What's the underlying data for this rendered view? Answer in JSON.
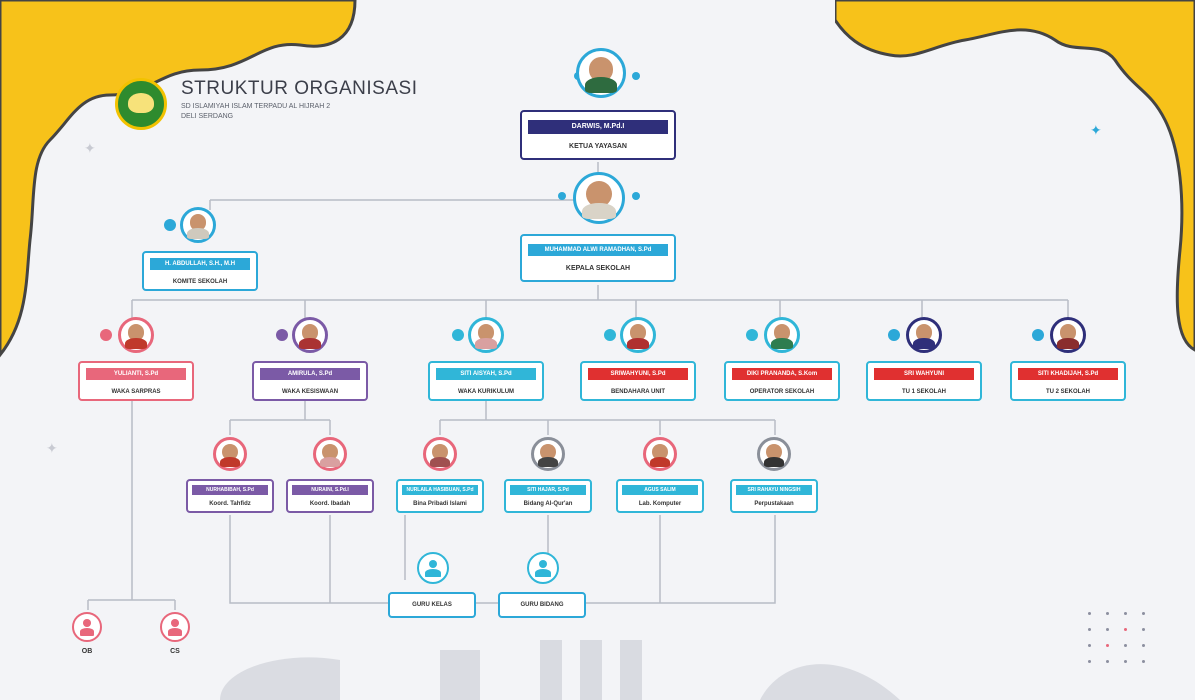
{
  "header": {
    "title": "STRUKTUR ORGANISASI",
    "subtitle_line1": "SD ISLAMIYAH ISLAM TERPADU AL HIJRAH 2",
    "subtitle_line2": "DELI SERDANG"
  },
  "top": {
    "ketua": {
      "name": "DARWIS, M.Pd.I",
      "role": "KETUA YAYASAN"
    },
    "kepsek": {
      "name": "MUHAMMAD ALWI RAMADHAN, S.Pd",
      "role": "KEPALA SEKOLAH"
    },
    "komite": {
      "name": "H. ABDULLAH, S.H., M.H",
      "role": "KOMITE SEKOLAH"
    }
  },
  "level2": [
    {
      "name": "YULIANTI, S.Pd",
      "role": "WAKA SARPRAS"
    },
    {
      "name": "AMIRULA, S.Pd",
      "role": "WAKA KESISWAAN"
    },
    {
      "name": "SITI AISYAH, S.Pd",
      "role": "WAKA KURIKULUM"
    },
    {
      "name": "SRIWAHYUNI, S.Pd",
      "role": "BENDAHARA UNIT"
    },
    {
      "name": "DIKI PRANANDA, S.Kom",
      "role": "OPERATOR SEKOLAH"
    },
    {
      "name": "SRI WAHYUNI",
      "role": "TU 1 SEKOLAH"
    },
    {
      "name": "SITI KHADIJAH, S.Pd",
      "role": "TU 2 SEKOLAH"
    }
  ],
  "level3": [
    {
      "name": "NURHABIBAH, S.Pd",
      "role": "Koord. Tahfidz"
    },
    {
      "name": "NURAINI, S.Pd.I",
      "role": "Koord. Ibadah"
    },
    {
      "name": "NURLAILA HASIBUAN, S.Pd",
      "role": "Bina Pribadi Islami"
    },
    {
      "name": "SITI HAJAR, S.Pd",
      "role": "Bidang Al-Qur'an"
    },
    {
      "name": "AGUS SALIM",
      "role": "Lab. Komputer"
    },
    {
      "name": "SRI RAHAYU NINGSIH",
      "role": "Perpustakaan"
    }
  ],
  "bottom": {
    "guru_kelas": "GURU KELAS",
    "guru_bidang": "GURU BIDANG",
    "ob1": "OB",
    "ob2": "CS"
  },
  "colors": {
    "yellow": "#f7c21a",
    "blue": "#2ca8d8",
    "navy": "#2f2f7a",
    "pink": "#e8677b",
    "purple": "#7b5aa6",
    "red": "#e03030",
    "cyan": "#30b6d8"
  },
  "icons": {
    "logo": "school-logo-icon",
    "person_placeholder": "user-icon"
  }
}
